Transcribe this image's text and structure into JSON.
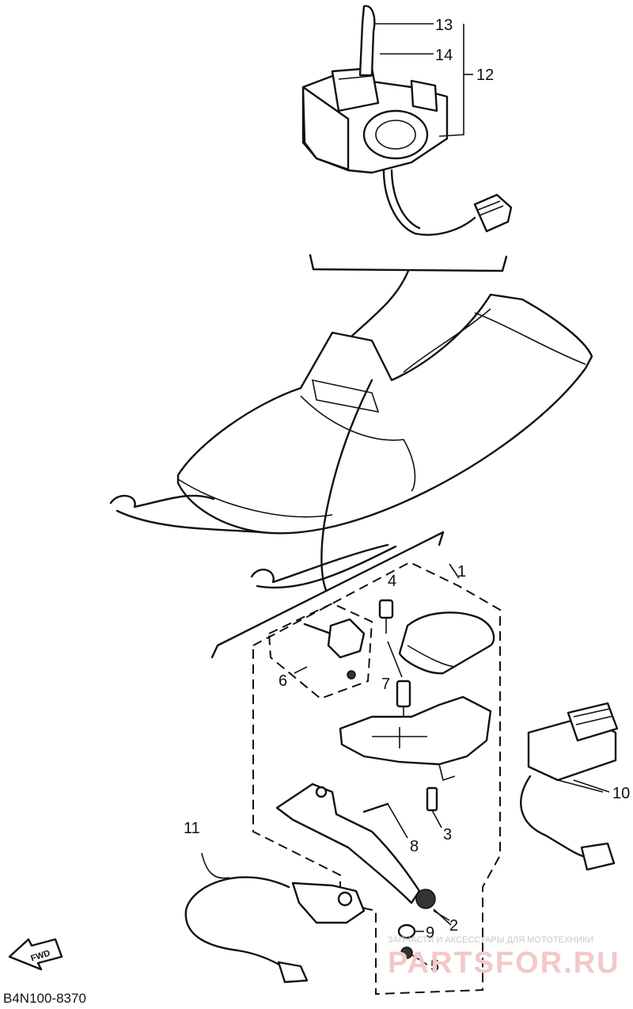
{
  "callouts": {
    "c1": "1",
    "c2": "2",
    "c3": "3",
    "c4": "4",
    "c5": "5",
    "c6": "6",
    "c7": "7",
    "c8": "8",
    "c9": "9",
    "c10": "10",
    "c11": "11",
    "c12": "12",
    "c13": "13",
    "c14": "14"
  },
  "forward_arrow_label": "FWD",
  "diagram_ref": "B4N100-8370",
  "watermark": {
    "line1": "ЗАПЧАСТИ И АКСЕССУАРЫ ДЛЯ МОТОТЕХНИКИ",
    "line2": "PARTSFOR.RU"
  },
  "colors": {
    "ink": "#111111",
    "background": "#ffffff",
    "watermark": "#f3c8c8"
  }
}
